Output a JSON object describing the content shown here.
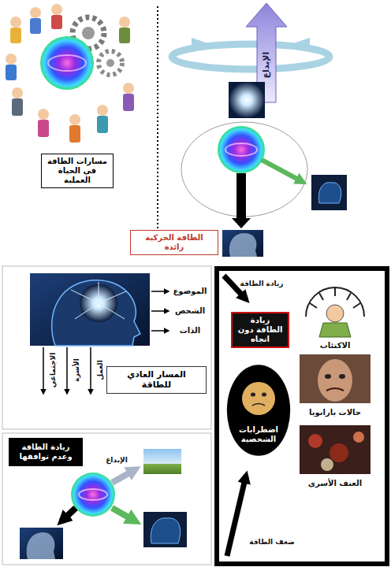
{
  "diagram": {
    "nodes": [
      {
        "text": [
          "مسارات الطاقة في الحياة العملية"
        ]
      },
      {
        "text": [
          "الإبداع"
        ]
      },
      {
        "text": [
          "الطاقة الحركية زائدة"
        ]
      },
      {
        "text": [
          "المسار العادي للطاقة"
        ]
      },
      {
        "text": [
          "زيادة الطاقة وعدم توافقها"
        ]
      },
      {
        "text": [
          "زيادة الطاقة دون اتجاه"
        ]
      },
      {
        "text": [
          "اضطرابات الشخصية"
        ]
      }
    ],
    "labels": [
      "الموضوع",
      "الشخص",
      "الذات",
      "الاجتماعي",
      "الأسرة",
      "العمل",
      "الإبداع",
      "زيادة الطاقة",
      "الاكتئاب",
      "حالات بارانويا",
      "العنف الأسري",
      "ضعف الطاقة"
    ]
  }
}
